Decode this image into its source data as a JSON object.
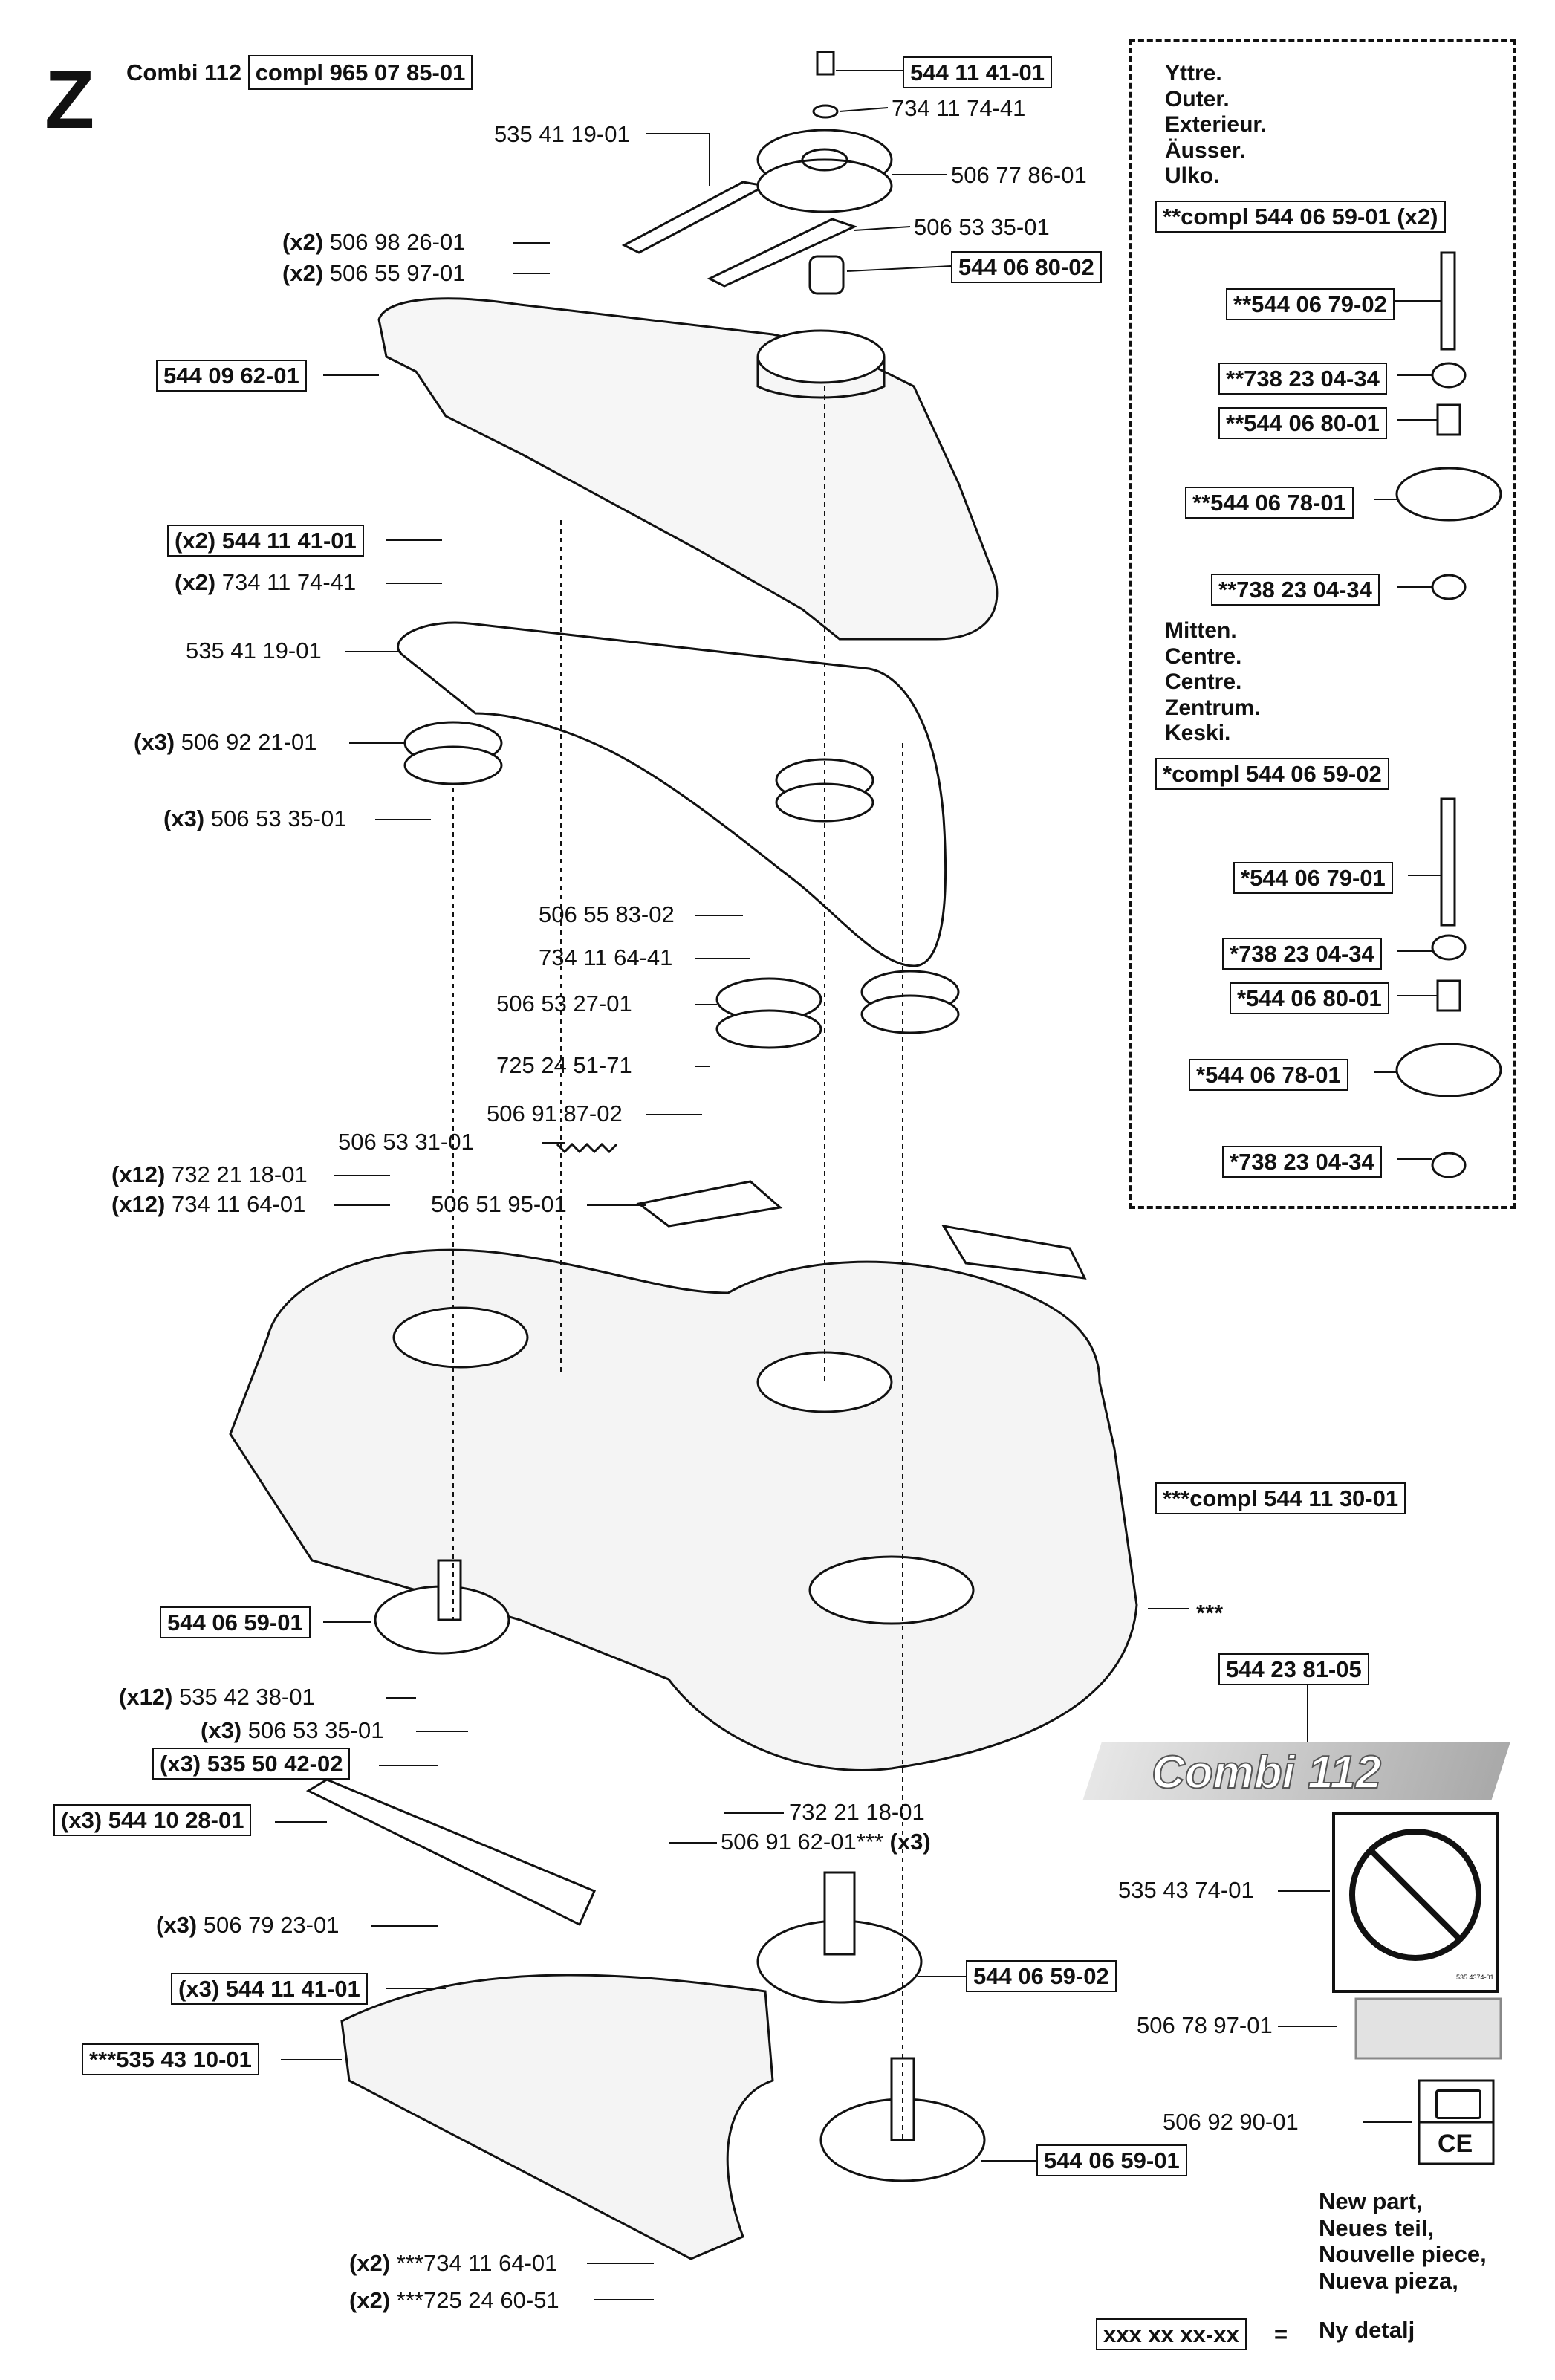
{
  "header": {
    "letter": "Z",
    "model": "Combi 112",
    "compl_label": "compl 965 07 85-01"
  },
  "top_parts": {
    "p1": "544 11 41-01",
    "p2": "734 11 74-41",
    "p3": "535 41 19-01",
    "p4": "506 77 86-01",
    "p5": "506 53 35-01",
    "p6": "544 06 80-02",
    "p7_qty": "(x2)",
    "p7": "506 98 26-01",
    "p8_qty": "(x2)",
    "p8": "506 55 97-01",
    "p9": "544 09 62-01"
  },
  "mid_parts": {
    "a_qty": "(x2)",
    "a": "544 11 41-01",
    "b_qty": "(x2)",
    "b": "734 11 74-41",
    "c": "535 41 19-01",
    "d_qty": "(x3)",
    "d": "506 92 21-01",
    "e_qty": "(x3)",
    "e": "506 53 35-01",
    "f": "506 55 83-02",
    "g": "734 11 64-41",
    "h": "506 53 27-01",
    "i": "725 24 51-71",
    "j": "506 91 87-02",
    "k": "506 53 31-01",
    "l_qty": "(x12)",
    "l": "732 21 18-01",
    "m_qty": "(x12)",
    "m": "734 11 64-01",
    "n": "506 51 95-01"
  },
  "deck": {
    "compl": "***compl 544 11 30-01",
    "stars": "***",
    "part": "544 23 81-05"
  },
  "lower_parts": {
    "s1": "544 06 59-01",
    "s2_qty": "(x12)",
    "s2": "535 42 38-01",
    "s3_qty": "(x3)",
    "s3": "506 53 35-01",
    "s4_qty": "(x3)",
    "s4": "535 50 42-02",
    "s5_qty": "(x3)",
    "s5": "544 10 28-01",
    "s6_qty": "(x3)",
    "s6": "506 79 23-01",
    "s7_qty": "(x3)",
    "s7": "544 11 41-01",
    "s8": "***535 43 10-01",
    "s9": "732 21 18-01",
    "s10": "506 91 62-01***",
    "s10_qty": "(x3)",
    "s11": "544 06 59-02",
    "s12": "544 06 59-01",
    "s13_qty": "(x2)",
    "s13": "***734 11 64-01",
    "s14_qty": "(x2)",
    "s14": "***725 24 60-51"
  },
  "inset": {
    "outer_langs": [
      "Yttre.",
      "Outer.",
      "Exterieur.",
      "Äusser.",
      "Ulko."
    ],
    "outer_compl": "**compl 544 06 59-01 (x2)",
    "outer_parts": [
      "**544 06 79-02",
      "**738 23 04-34",
      "**544 06 80-01",
      "**544 06 78-01",
      "**738 23 04-34"
    ],
    "centre_langs": [
      "Mitten.",
      "Centre.",
      "Centre.",
      "Zentrum.",
      "Keski."
    ],
    "centre_compl": "*compl 544 06 59-02",
    "centre_parts": [
      "*544 06 79-01",
      "*738 23 04-34",
      "*544 06 80-01",
      "*544 06 78-01",
      "*738 23 04-34"
    ]
  },
  "decals": {
    "banner": "Combi 112",
    "warning": "535 43 74-01",
    "belt_decal": "506 78 97-01",
    "ce_decal": "506 92 90-01",
    "ce_mark": "CE",
    "small_code": "535 4374-01"
  },
  "legend": {
    "lines": [
      "New part,",
      "Neues teil,",
      "Nouvelle piece,",
      "Nueva pieza,",
      "Ny detalj"
    ],
    "box": "xxx xx xx-xx",
    "eq": "="
  }
}
